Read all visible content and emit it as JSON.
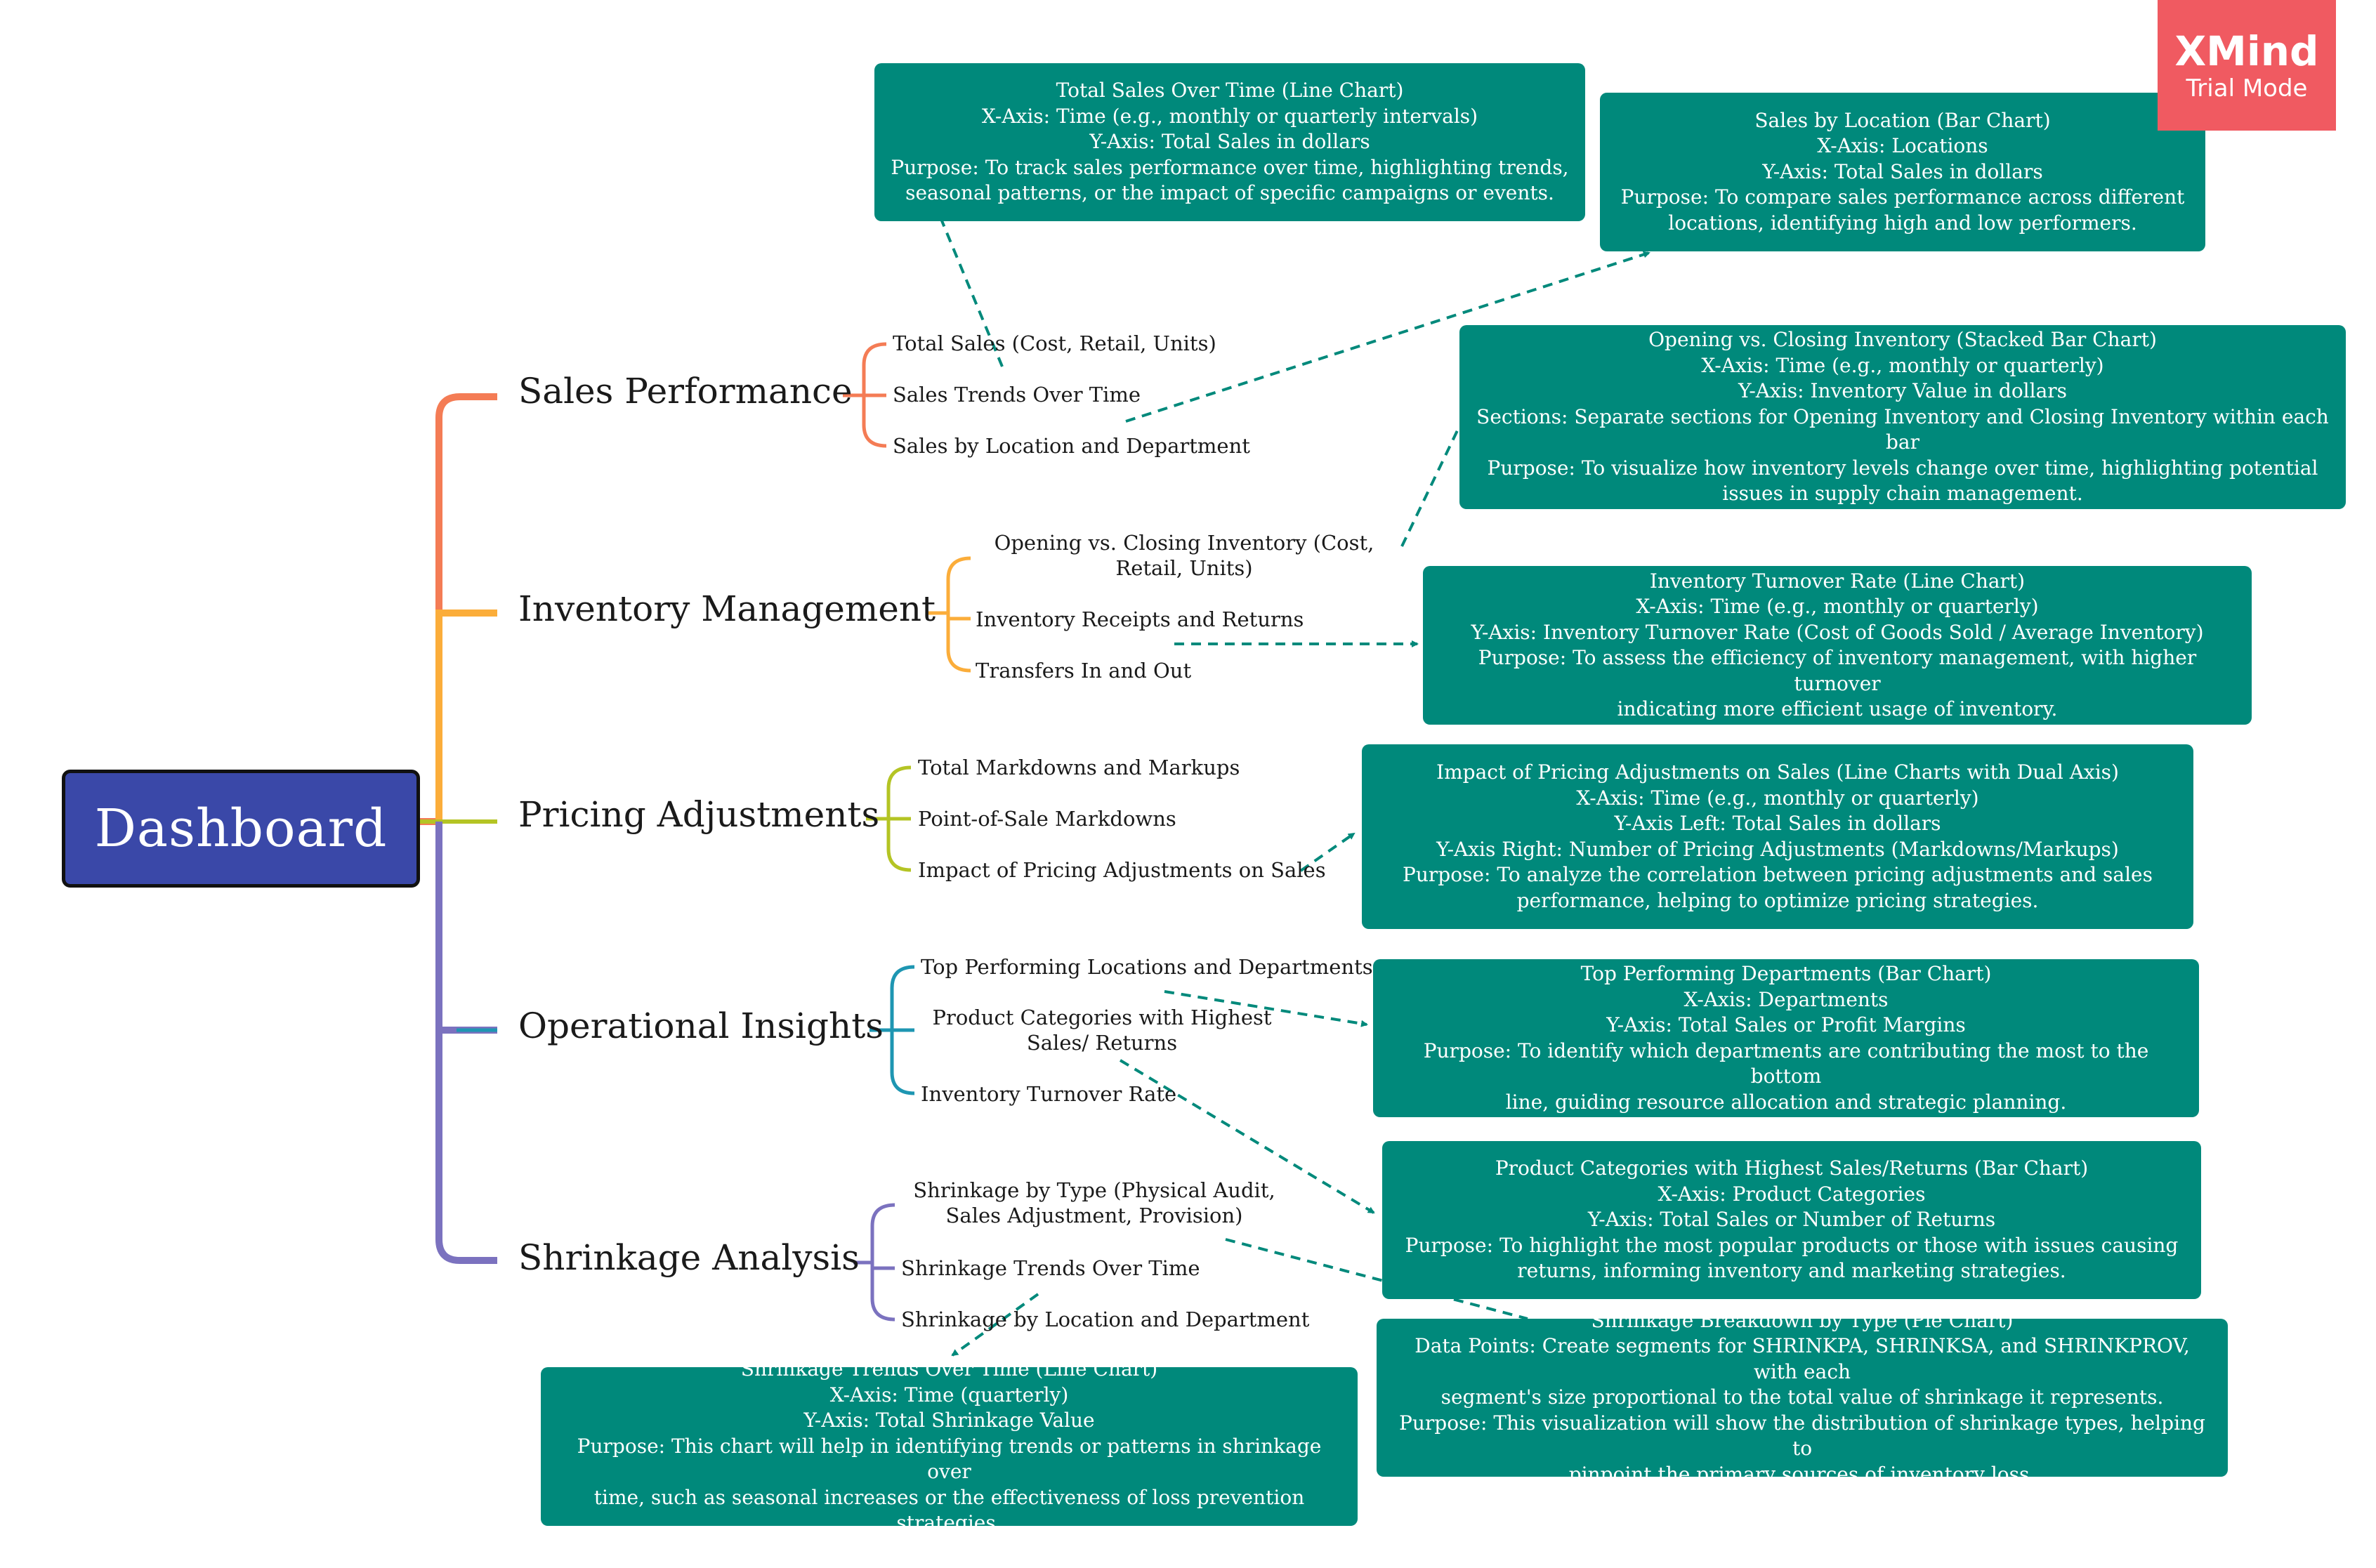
{
  "root": {
    "label": "Dashboard"
  },
  "branches": [
    {
      "label": "Sales Performance",
      "color": "#f47c55",
      "items": [
        "Total Sales (Cost, Retail, Units)",
        "Sales Trends Over Time",
        "Sales by Location and Department"
      ]
    },
    {
      "label": "Inventory Management",
      "color": "#fbad3a",
      "items": [
        "Opening vs. Closing Inventory (Cost, Retail, Units)",
        "Inventory Receipts and Returns",
        "Transfers In and Out"
      ]
    },
    {
      "label": "Pricing Adjustments",
      "color": "#b4c424",
      "items": [
        "Total Markdowns and Markups",
        "Point-of-Sale Markdowns",
        "Impact of Pricing Adjustments on Sales"
      ]
    },
    {
      "label": "Operational Insights",
      "color": "#1e96b2",
      "items": [
        "Top Performing Locations and Departments",
        "Product Categories with Highest Sales/ Returns",
        "Inventory Turnover Rate"
      ]
    },
    {
      "label": "Shrinkage Analysis",
      "color": "#7b72bf",
      "items": [
        "Shrinkage by Type (Physical Audit, Sales Adjustment, Provision)",
        "Shrinkage Trends Over Time",
        "Shrinkage by Location and Department"
      ]
    }
  ],
  "boxes": {
    "total_sales": [
      "Total Sales Over Time (Line Chart)",
      "X-Axis: Time (e.g., monthly or quarterly intervals)",
      "Y-Axis: Total Sales in dollars",
      "Purpose: To track sales performance over time, highlighting trends,",
      "seasonal patterns, or the impact of specific campaigns or events."
    ],
    "sales_location": [
      "Sales by Location (Bar Chart)",
      "X-Axis: Locations",
      "Y-Axis: Total Sales in dollars",
      "Purpose: To compare sales performance across different",
      "locations, identifying high and low performers."
    ],
    "opening_closing": [
      "Opening vs. Closing Inventory (Stacked Bar Chart)",
      "X-Axis: Time (e.g., monthly or quarterly)",
      "Y-Axis: Inventory Value in dollars",
      "Sections: Separate sections for Opening Inventory and Closing Inventory within each bar",
      "Purpose: To visualize how inventory levels change over time, highlighting potential",
      "issues in supply chain management."
    ],
    "turnover": [
      "Inventory Turnover Rate (Line Chart)",
      "X-Axis: Time (e.g., monthly or quarterly)",
      "Y-Axis: Inventory Turnover Rate (Cost of Goods Sold / Average Inventory)",
      "Purpose: To assess the efficiency of inventory management, with higher turnover",
      "indicating more efficient usage of inventory."
    ],
    "pricing_impact": [
      "Impact of Pricing Adjustments on Sales (Line Charts with Dual Axis)",
      "X-Axis: Time (e.g., monthly or quarterly)",
      "Y-Axis Left: Total Sales in dollars",
      "Y-Axis Right: Number of Pricing Adjustments (Markdowns/Markups)",
      "Purpose: To analyze the correlation between pricing adjustments and sales",
      "performance, helping to optimize pricing strategies."
    ],
    "top_departments": [
      "Top Performing Departments (Bar Chart)",
      "X-Axis: Departments",
      "Y-Axis: Total Sales or Profit Margins",
      "Purpose: To identify which departments are contributing the most to the bottom",
      "line, guiding resource allocation and strategic planning."
    ],
    "product_categories": [
      "Product Categories with Highest Sales/Returns (Bar Chart)",
      "X-Axis: Product Categories",
      "Y-Axis: Total Sales or Number of Returns",
      "Purpose: To highlight the most popular products or those with issues causing",
      "returns, informing inventory and marketing strategies."
    ],
    "shrinkage_type": [
      "Shrinkage Breakdown by Type (Pie Chart)",
      "Data Points: Create segments for SHRINKPA, SHRINKSA, and SHRINKPROV, with each",
      "segment's size proportional to the total value of shrinkage it represents.",
      "Purpose: This visualization will show the distribution of shrinkage types, helping to",
      "pinpoint the primary sources of inventory loss."
    ],
    "shrinkage_trends": [
      "Shrinkage Trends Over Time (Line Chart)",
      "X-Axis: Time (quarterly)",
      "Y-Axis: Total Shrinkage Value",
      "Purpose: This chart will help in identifying trends or patterns in shrinkage over",
      "time, such as seasonal increases or the effectiveness of loss prevention strategies."
    ]
  },
  "watermark": {
    "brand": "XMind",
    "mode": "Trial Mode"
  },
  "colors": {
    "box": "#00897b",
    "root": "#3a48a8",
    "connector": "#00897b",
    "watermark": "#f05a61"
  }
}
